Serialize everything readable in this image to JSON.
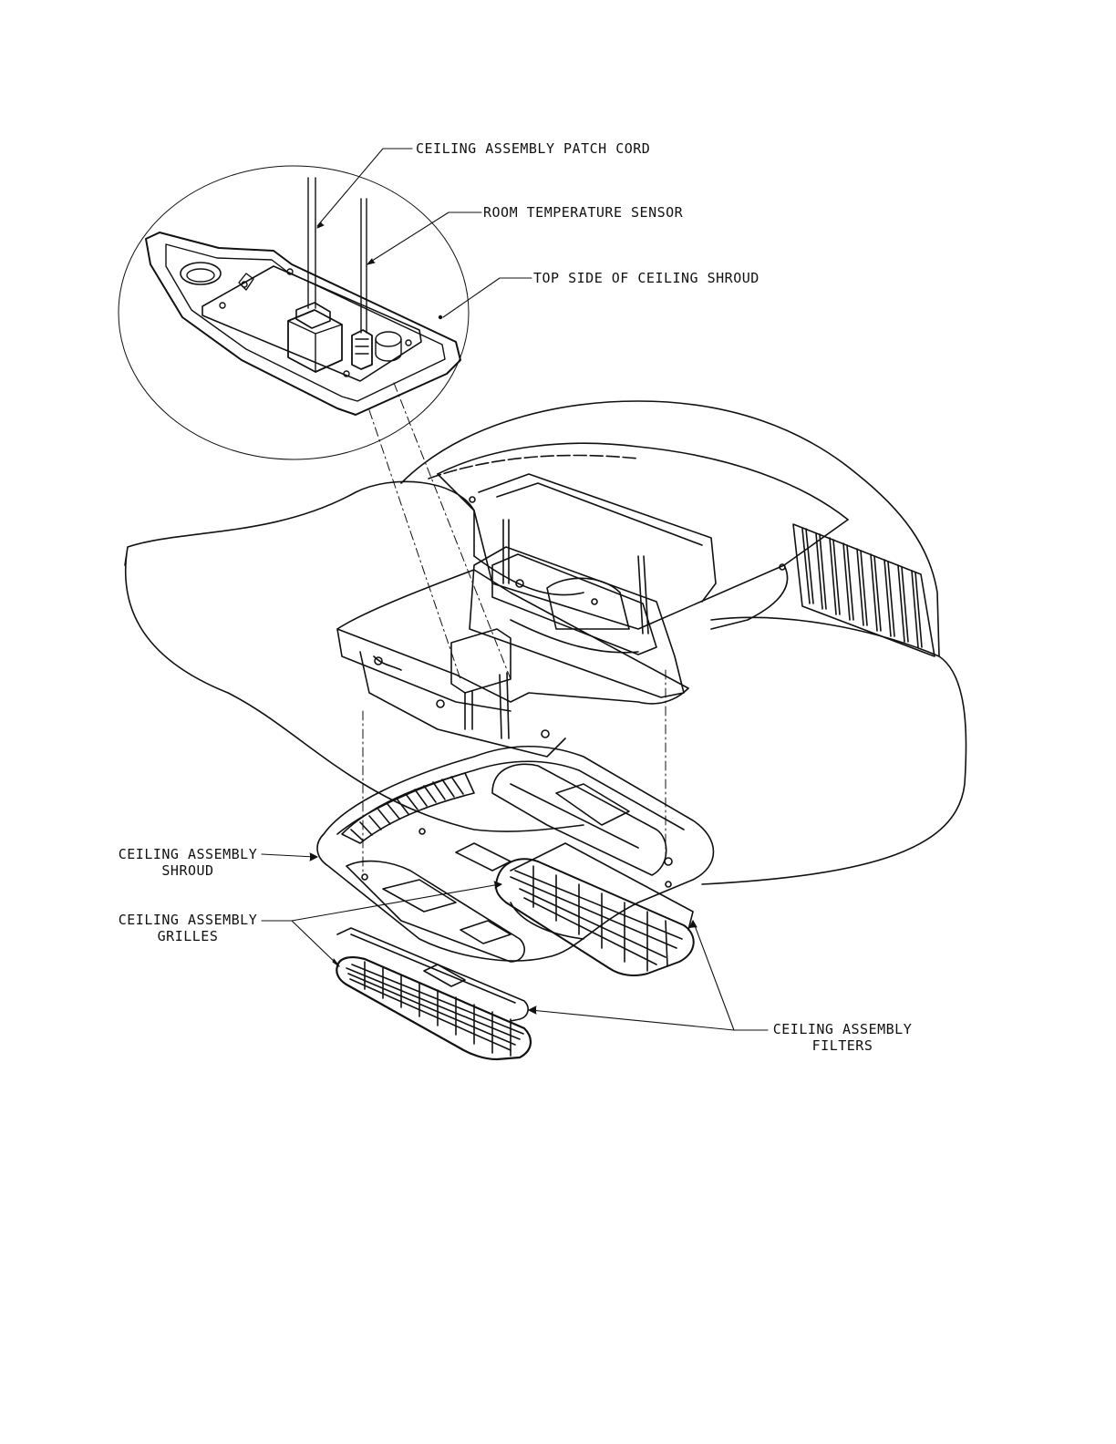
{
  "labels": {
    "patch_cord": "CEILING ASSEMBLY PATCH CORD",
    "room_sensor": "ROOM TEMPERATURE SENSOR",
    "top_side": "TOP SIDE OF CEILING SHROUD",
    "shroud": {
      "line1": "CEILING ASSEMBLY",
      "line2": "SHROUD"
    },
    "grilles": {
      "line1": "CEILING ASSEMBLY",
      "line2": "GRILLES"
    },
    "filters": {
      "line1": "CEILING ASSEMBLY",
      "line2": "FILTERS"
    }
  },
  "colors": {
    "ink": "#111111",
    "paper": "#ffffff"
  }
}
